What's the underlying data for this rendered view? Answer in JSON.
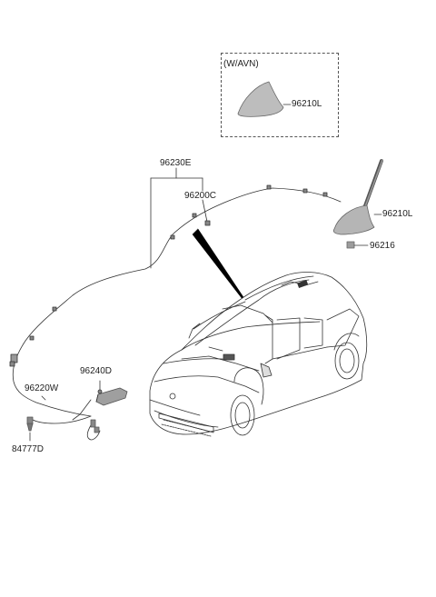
{
  "inset": {
    "label": "(W/AVN)"
  },
  "parts": {
    "p96210L_inset": "96210L",
    "p96230E": "96230E",
    "p96200C": "96200C",
    "p96210L": "96210L",
    "p96216": "96216",
    "p96240D": "96240D",
    "p96220W": "96220W",
    "p84777D": "84777D"
  }
}
